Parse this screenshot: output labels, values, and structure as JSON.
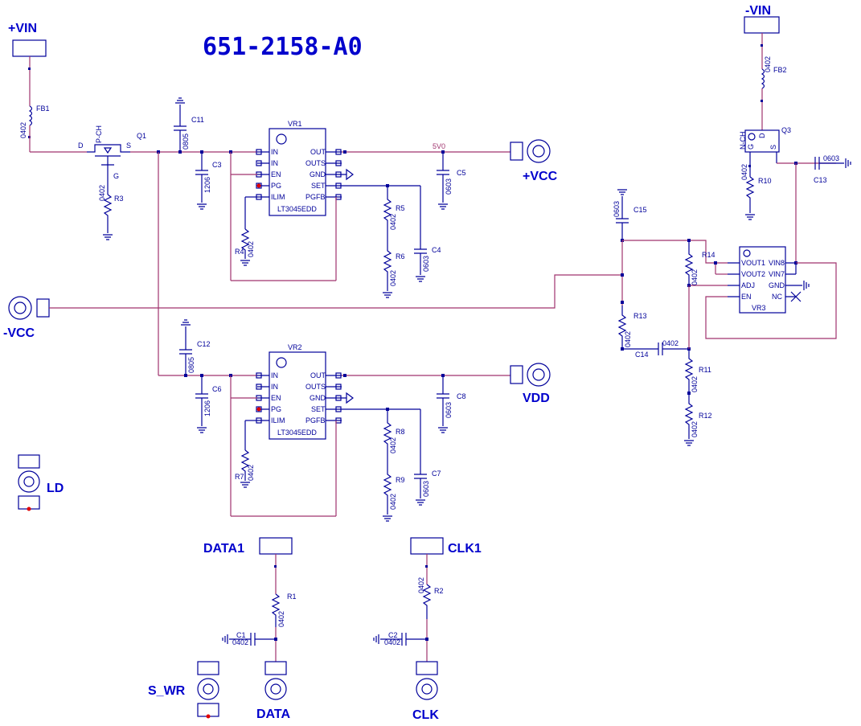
{
  "title": "651-2158-A0",
  "ports": {
    "vin_pos": "+VIN",
    "vin_neg": "-VIN",
    "vcc_pos": "+VCC",
    "vcc_neg": "-VCC",
    "vdd": "VDD",
    "ld": "LD",
    "data1": "DATA1",
    "clk1": "CLK1",
    "s_wr": "S_WR",
    "data": "DATA",
    "clk": "CLK"
  },
  "nets": {
    "five_v": "5V0"
  },
  "regulators": {
    "vr1": {
      "ref": "VR1",
      "part": "LT3045EDD",
      "pins_left": [
        "IN",
        "IN",
        "EN",
        "PG",
        "ILIM"
      ],
      "pins_right": [
        "OUT",
        "OUTS",
        "GND",
        "SET",
        "PGFB"
      ]
    },
    "vr2": {
      "ref": "VR2",
      "part": "LT3045EDD",
      "pins_left": [
        "IN",
        "IN",
        "EN",
        "PG",
        "ILIM"
      ],
      "pins_right": [
        "OUT",
        "OUTS",
        "GND",
        "SET",
        "PGFB"
      ]
    },
    "vr3": {
      "ref": "VR3",
      "pins_left": [
        "VOUT1",
        "VOUT2",
        "ADJ",
        "EN"
      ],
      "pins_right": [
        "VIN8",
        "VIN7",
        "GND",
        "NC"
      ]
    }
  },
  "transistors": {
    "q1": {
      "ref": "Q1",
      "type": "P-CH",
      "d": "D",
      "s": "S",
      "g": "G"
    },
    "q3": {
      "ref": "Q3",
      "type": "N-CH",
      "g": "G",
      "d": "D",
      "s": "S"
    }
  },
  "components": {
    "fb1": {
      "ref": "FB1",
      "pkg": "0402"
    },
    "fb2": {
      "ref": "FB2",
      "pkg": "0402"
    },
    "r1": {
      "ref": "R1",
      "pkg": "0402"
    },
    "r2": {
      "ref": "R2",
      "pkg": "0402"
    },
    "r3": {
      "ref": "R3",
      "pkg": "0402"
    },
    "r4": {
      "ref": "R4",
      "pkg": "0402"
    },
    "r5": {
      "ref": "R5",
      "pkg": "0402"
    },
    "r6": {
      "ref": "R6",
      "pkg": "0402"
    },
    "r7": {
      "ref": "R7",
      "pkg": "0402"
    },
    "r8": {
      "ref": "R8",
      "pkg": "0402"
    },
    "r9": {
      "ref": "R9",
      "pkg": "0402"
    },
    "r10": {
      "ref": "R10",
      "pkg": "0402"
    },
    "r11": {
      "ref": "R11",
      "pkg": "0402"
    },
    "r12": {
      "ref": "R12",
      "pkg": "0402"
    },
    "r13": {
      "ref": "R13",
      "pkg": "0402"
    },
    "r14": {
      "ref": "R14",
      "pkg": "0402"
    },
    "c1": {
      "ref": "C1",
      "pkg": "0402"
    },
    "c2": {
      "ref": "C2",
      "pkg": "0402"
    },
    "c3": {
      "ref": "C3",
      "pkg": "1206"
    },
    "c4": {
      "ref": "C4",
      "pkg": "0603"
    },
    "c5": {
      "ref": "C5",
      "pkg": "0603"
    },
    "c6": {
      "ref": "C6",
      "pkg": "1206"
    },
    "c7": {
      "ref": "C7",
      "pkg": "0603"
    },
    "c8": {
      "ref": "C8",
      "pkg": "0603"
    },
    "c11": {
      "ref": "C11",
      "pkg": "0805"
    },
    "c12": {
      "ref": "C12",
      "pkg": "0805"
    },
    "c13": {
      "ref": "C13",
      "pkg": "0603"
    },
    "c14": {
      "ref": "C14",
      "pkg": "0402"
    },
    "c15": {
      "ref": "C15",
      "pkg": "0603"
    }
  },
  "colors": {
    "wire": "#a0336e",
    "component": "#00009a",
    "label": "#0000cc",
    "pin_marker": "#e00000"
  }
}
